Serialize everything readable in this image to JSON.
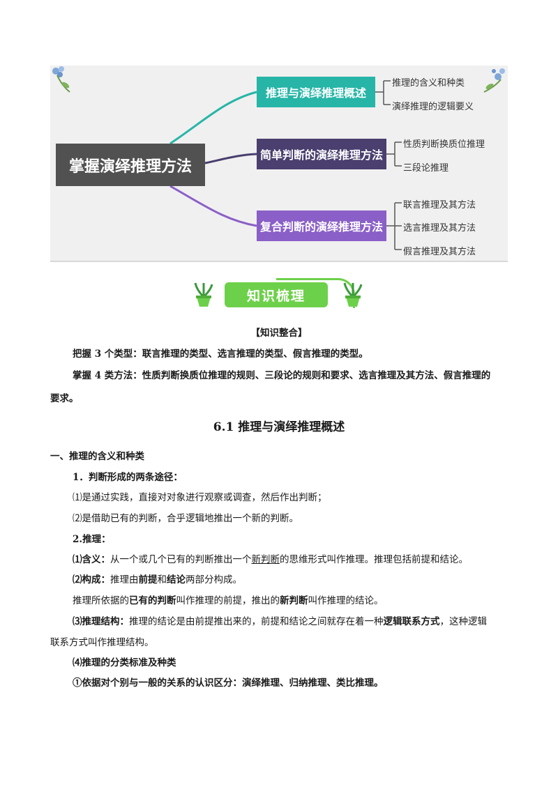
{
  "mindmap": {
    "root": "掌握演绎推理方法",
    "branches": [
      {
        "label": "推理与演绎推理概述",
        "color": "#27b5a7",
        "children": [
          "推理的含义和种类",
          "演绎推理的逻辑要义"
        ]
      },
      {
        "label": "简单判断的演绎推理方法",
        "color": "#4a3f6e",
        "children": [
          "性质判断换质位推理",
          "三段论推理"
        ]
      },
      {
        "label": "复合判断的演绎推理方法",
        "color": "#8a5fc7",
        "children": [
          "联言推理及其方法",
          "选言推理及其方法",
          "假言推理及其方法"
        ]
      }
    ]
  },
  "banner": {
    "label": "知识梳理",
    "color": "#6dd04a"
  },
  "summary": {
    "heading": "【知识整合】",
    "line1": "把握 3 个类型：联言推理的类型、选言推理的类型、假言推理的类型。",
    "line2a": "掌握 4 类方法：性质判断换质位推理的规则、三段论的规则和要求、选言推理及其方法、假言推理的",
    "line2b": "要求。"
  },
  "section": {
    "heading": "6.1  推理与演绎推理概述",
    "h1": "一、推理的含义和种类",
    "h2": "1．判断形成的两条途径：",
    "p1": "⑴是通过实践，直接对对象进行观察或调查，然后作出判断；",
    "p2": "⑵是借助已有的判断，合乎逻辑地推出一个新的判断。",
    "h3": "2.推理：",
    "def_label": "⑴含义：",
    "def_a": "从一个或几个已有的判断推出一个",
    "def_u": "新判断",
    "def_b": "的思维形式叫作推理。推理包括前提和结论。",
    "comp_label": "⑵构成：",
    "comp_a": "推理由",
    "comp_b1": "前提",
    "comp_c": "和",
    "comp_b2": "结论",
    "comp_d": "两部分构成。",
    "prem_a": "推理所依据的",
    "prem_b": "已有的判断",
    "prem_c": "叫作推理的前提，推出的",
    "prem_d": "新判断",
    "prem_e": "叫作推理的结论。",
    "struct_label": "⑶推理结构：",
    "struct_a": "推理的结论是由前提推出来的，前提和结论之间就存在着一种",
    "struct_b": "逻辑联系方式",
    "struct_c": "，这种逻辑",
    "struct_d": "联系方式叫作推理结构。",
    "cls_h": "⑷推理的分类标准及种类",
    "cls_1": "①依据对个别与一般的关系的认识区分：演绎推理、归纳推理、类比推理。"
  }
}
